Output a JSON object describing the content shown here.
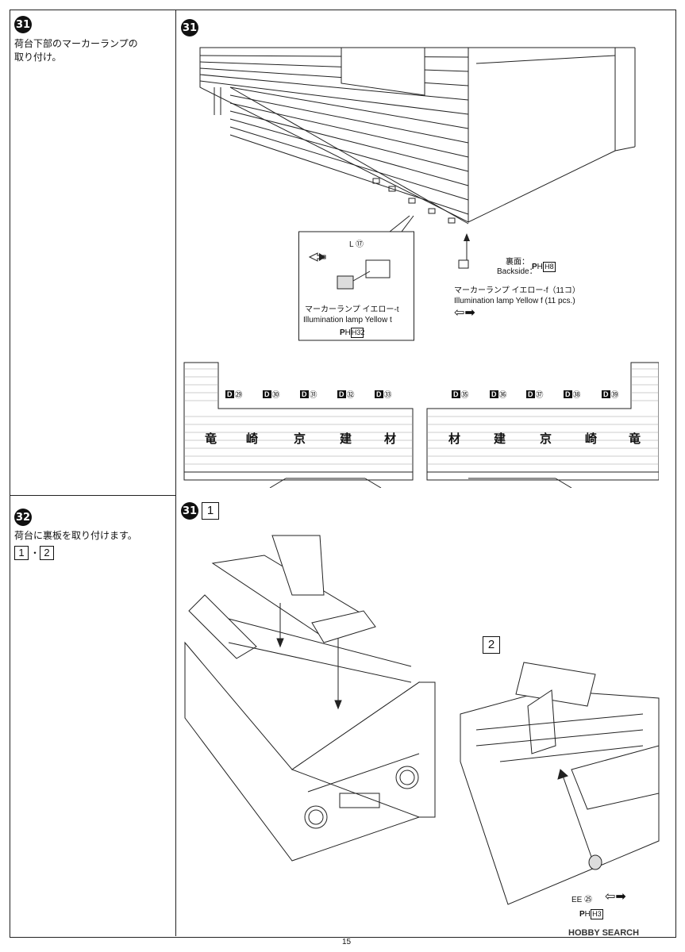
{
  "steps": {
    "s31": {
      "number": "31",
      "text": "荷台下部のマーカーランプの\n取り付け。"
    },
    "s32": {
      "number": "32",
      "text": "荷台に裏板を取り付けます。",
      "refs": [
        "1",
        "2"
      ],
      "ref_sep": "・"
    }
  },
  "diagram31": {
    "number": "31",
    "callout": {
      "part": "L ⑰",
      "label_jp": "マーカーランプ イエロー-t",
      "label_en": "Illumination lamp Yellow t",
      "paint": "H32"
    },
    "right": {
      "backside_jp": "裏面：",
      "backside_en": "Backside：",
      "paint": "H8",
      "label_jp": "マーカーランプ イエロー-f（11コ）",
      "label_en": "Illumination lamp Yellow f (11 pcs.)"
    },
    "decals_left": [
      {
        "code": "D",
        "num": "㉙",
        "kanji": "竜"
      },
      {
        "code": "D",
        "num": "㉚",
        "kanji": "崎"
      },
      {
        "code": "D",
        "num": "㉛",
        "kanji": "京"
      },
      {
        "code": "D",
        "num": "㉜",
        "kanji": "建"
      },
      {
        "code": "D",
        "num": "㉝",
        "kanji": "材"
      }
    ],
    "decals_right": [
      {
        "code": "D",
        "num": "㉟",
        "kanji": "材"
      },
      {
        "code": "D",
        "num": "㊱",
        "kanji": "建"
      },
      {
        "code": "D",
        "num": "㊲",
        "kanji": "京"
      },
      {
        "code": "D",
        "num": "㊳",
        "kanji": "崎"
      },
      {
        "code": "D",
        "num": "㊴",
        "kanji": "竜"
      }
    ]
  },
  "diagram31_1": {
    "number": "31",
    "ref": "1"
  },
  "diagram2": {
    "ref": "2",
    "part": "EE ㉕",
    "paint": "H3"
  },
  "page_number": "15",
  "watermark": "HOBBY SEARCH"
}
